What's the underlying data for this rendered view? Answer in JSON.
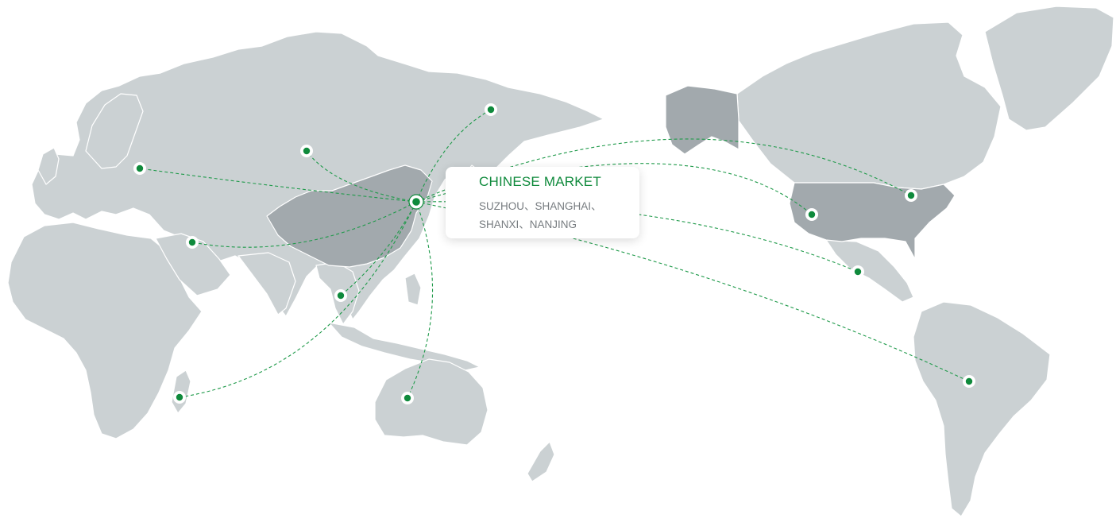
{
  "colors": {
    "accent": "#0f8a3c",
    "land": "#cbd1d3",
    "land_highlight": "#a2a9ad",
    "route": "#1f9a4a"
  },
  "hub": {
    "title": "CHINESE MARKET",
    "cities_line1": "SUZHOU、SHANGHAI、",
    "cities_line2": "SHANXI、NANJING"
  },
  "highlighted_regions": [
    "china",
    "alaska",
    "usa"
  ],
  "icons": [
    "location-marker-icon"
  ]
}
